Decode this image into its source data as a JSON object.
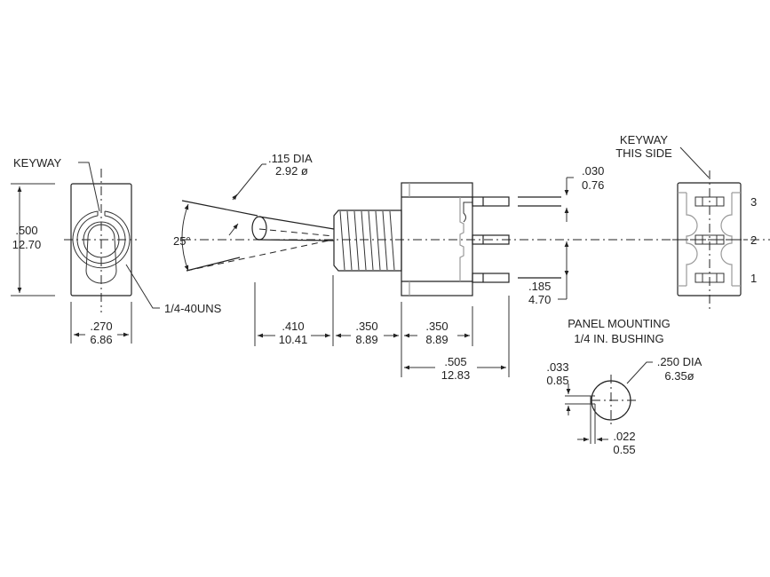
{
  "front_view": {
    "keyway_label": "KEYWAY",
    "height_in": ".500",
    "height_mm": "12.70",
    "width_in": ".270",
    "width_mm": "6.86",
    "thread_label": "1/4-40UNS"
  },
  "side_view": {
    "lever_dia_in": ".115 DIA",
    "lever_dia_mm": "2.92 ø",
    "angle": "25°",
    "dim_lever_in": ".410",
    "dim_lever_mm": "10.41",
    "dim_bushing_in": ".350",
    "dim_bushing_mm": "8.89",
    "dim_body_in": ".350",
    "dim_body_mm": "8.89",
    "dim_overall_in": ".505",
    "dim_overall_mm": "12.83",
    "pin_thk_in": ".030",
    "pin_thk_mm": "0.76",
    "pin_pitch_in": ".185",
    "pin_pitch_mm": "4.70"
  },
  "rear_view": {
    "keyway_line1": "KEYWAY",
    "keyway_line2": "THIS SIDE",
    "pins": [
      "3",
      "2",
      "1"
    ]
  },
  "panel": {
    "title1": "PANEL MOUNTING",
    "title2": "1/4 IN. BUSHING",
    "hole_dia_in": ".250 DIA",
    "hole_dia_mm": "6.35ø",
    "key_h_in": ".033",
    "key_h_mm": "0.85",
    "key_w_in": ".022",
    "key_w_mm": "0.55"
  }
}
